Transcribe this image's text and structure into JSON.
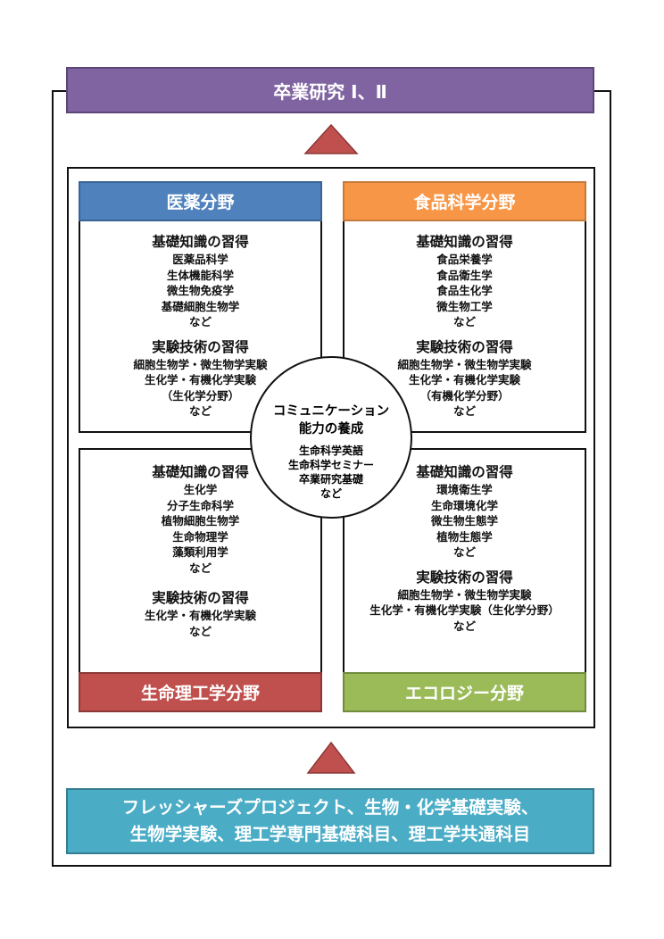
{
  "top_banner": {
    "label": "卒業研究 Ⅰ、Ⅱ",
    "color": "#8064a2"
  },
  "bottom_banner": {
    "lines": [
      "フレッシャーズプロジェクト、生物・化学基礎実験、",
      "生物学実験、理工学専門基礎科目、理工学共通科目"
    ],
    "color": "#4bacc6"
  },
  "arrow_color": "#c0504d",
  "center": {
    "title": [
      "コミュニケーション",
      "能力の養成"
    ],
    "items": [
      "生命科学英語",
      "生命科学セミナー",
      "卒業研究基礎",
      "など"
    ]
  },
  "quadrants": [
    {
      "title": "医薬分野",
      "color": "#4f81bd",
      "knowledge": {
        "heading": "基礎知識の習得",
        "items": [
          "医薬品科学",
          "生体機能科学",
          "微生物免疫学",
          "基礎細胞生物学",
          "など"
        ]
      },
      "skills": {
        "heading": "実験技術の習得",
        "items": [
          "細胞生物学・微生物学実験",
          "生化学・有機化学実験",
          "（生化学分野）",
          "など"
        ]
      }
    },
    {
      "title": "食品科学分野",
      "color": "#f79646",
      "knowledge": {
        "heading": "基礎知識の習得",
        "items": [
          "食品栄養学",
          "食品衛生学",
          "食品生化学",
          "微生物工学",
          "など"
        ]
      },
      "skills": {
        "heading": "実験技術の習得",
        "items": [
          "細胞生物学・微生物学実験",
          "生化学・有機化学実験",
          "（有機化学分野）",
          "など"
        ]
      }
    },
    {
      "title": "生命理工学分野",
      "color": "#c0504d",
      "knowledge": {
        "heading": "基礎知識の習得",
        "items": [
          "生化学",
          "分子生命科学",
          "植物細胞生物学",
          "生命物理学",
          "藻類利用学",
          "など"
        ]
      },
      "skills": {
        "heading": "実験技術の習得",
        "items": [
          "生化学・有機化学実験",
          "など"
        ]
      }
    },
    {
      "title": "エコロジー分野",
      "color": "#9bbb59",
      "knowledge": {
        "heading": "基礎知識の習得",
        "items": [
          "環境衛生学",
          "生命環境化学",
          "微生物生態学",
          "植物生態学",
          "など"
        ]
      },
      "skills": {
        "heading": "実験技術の習得",
        "items": [
          "細胞生物学・微生物学実験",
          "生化学・有機化学実験（生化学分野）",
          "など"
        ]
      }
    }
  ]
}
